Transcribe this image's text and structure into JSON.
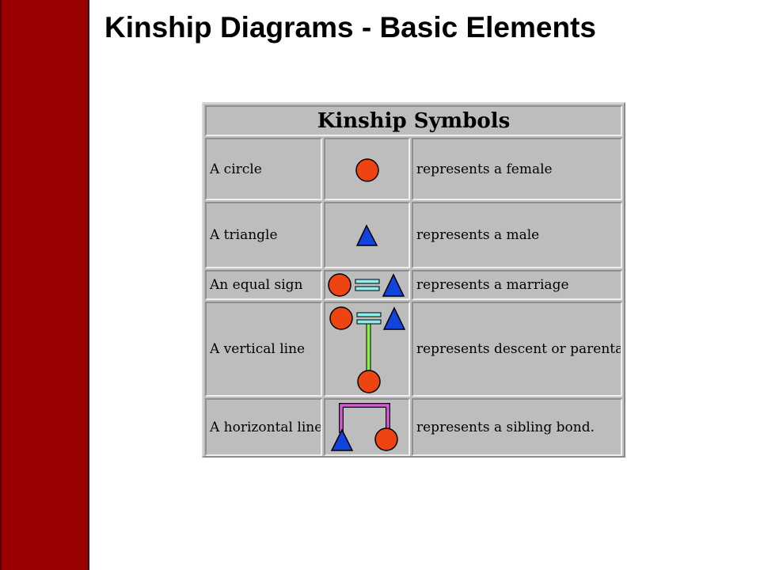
{
  "slide": {
    "title": "Kinship Diagrams - Basic Elements"
  },
  "table": {
    "header": "Kinship Symbols",
    "rows": [
      {
        "term": "A circle",
        "symbol": "circle-icon",
        "meaning": "represents a female"
      },
      {
        "term": "A triangle",
        "symbol": "triangle-icon",
        "meaning": "represents a male"
      },
      {
        "term": "An equal sign",
        "symbol": "marriage-icon",
        "meaning": "represents a marriage"
      },
      {
        "term": "A vertical line",
        "symbol": "descent-icon",
        "meaning": "represents descent or parentage"
      },
      {
        "term": "A horizontal line",
        "symbol": "sibling-icon",
        "meaning": "represents a sibling bond."
      }
    ]
  },
  "colors": {
    "sidebar": "#990000",
    "female": "#ee4411",
    "male": "#1144dd",
    "marriage": "#88eeee",
    "descent": "#88ee44",
    "sibling": "#dd55dd",
    "table_bg": "#bdbdbd"
  }
}
